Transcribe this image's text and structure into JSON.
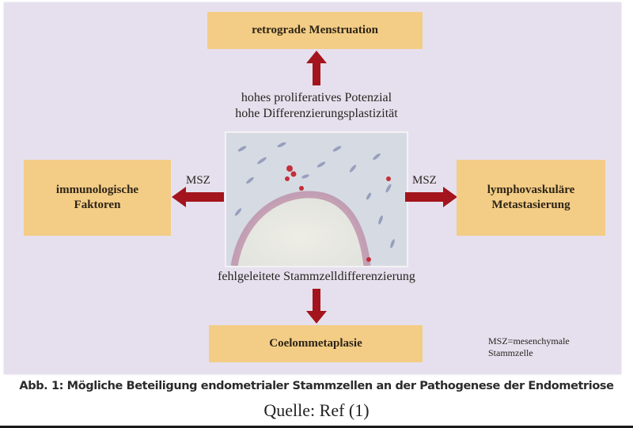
{
  "diagram": {
    "boxes": {
      "top": "retrograde Menstruation",
      "left": [
        "immunologische",
        "Faktoren"
      ],
      "right": [
        "lymphovaskuläre",
        "Metastasierung"
      ],
      "bottom": "Coelommetaplasie"
    },
    "center_labels": {
      "above": [
        "hohes proliferatives Potenzial",
        "hohe Differenzierungsplastizität"
      ],
      "below": "fehlgeleitete Stammzelldifferenzierung"
    },
    "arrow_labels": {
      "left": "MSZ",
      "right": "MSZ"
    },
    "legend": [
      "MSZ=mesenchymale",
      "Stammzelle"
    ],
    "center_image": "histology micrograph (endometrial tissue with red-stained stem cells)",
    "colors": {
      "panel": "#e6e0ee",
      "box": "#f3cd86",
      "arrow": "#a3141c"
    }
  },
  "caption": "Abb. 1: Mögliche Beteiligung endometrialer Stammzellen an der Pathogenese der Endometriose",
  "source": "Quelle: Ref (1)"
}
